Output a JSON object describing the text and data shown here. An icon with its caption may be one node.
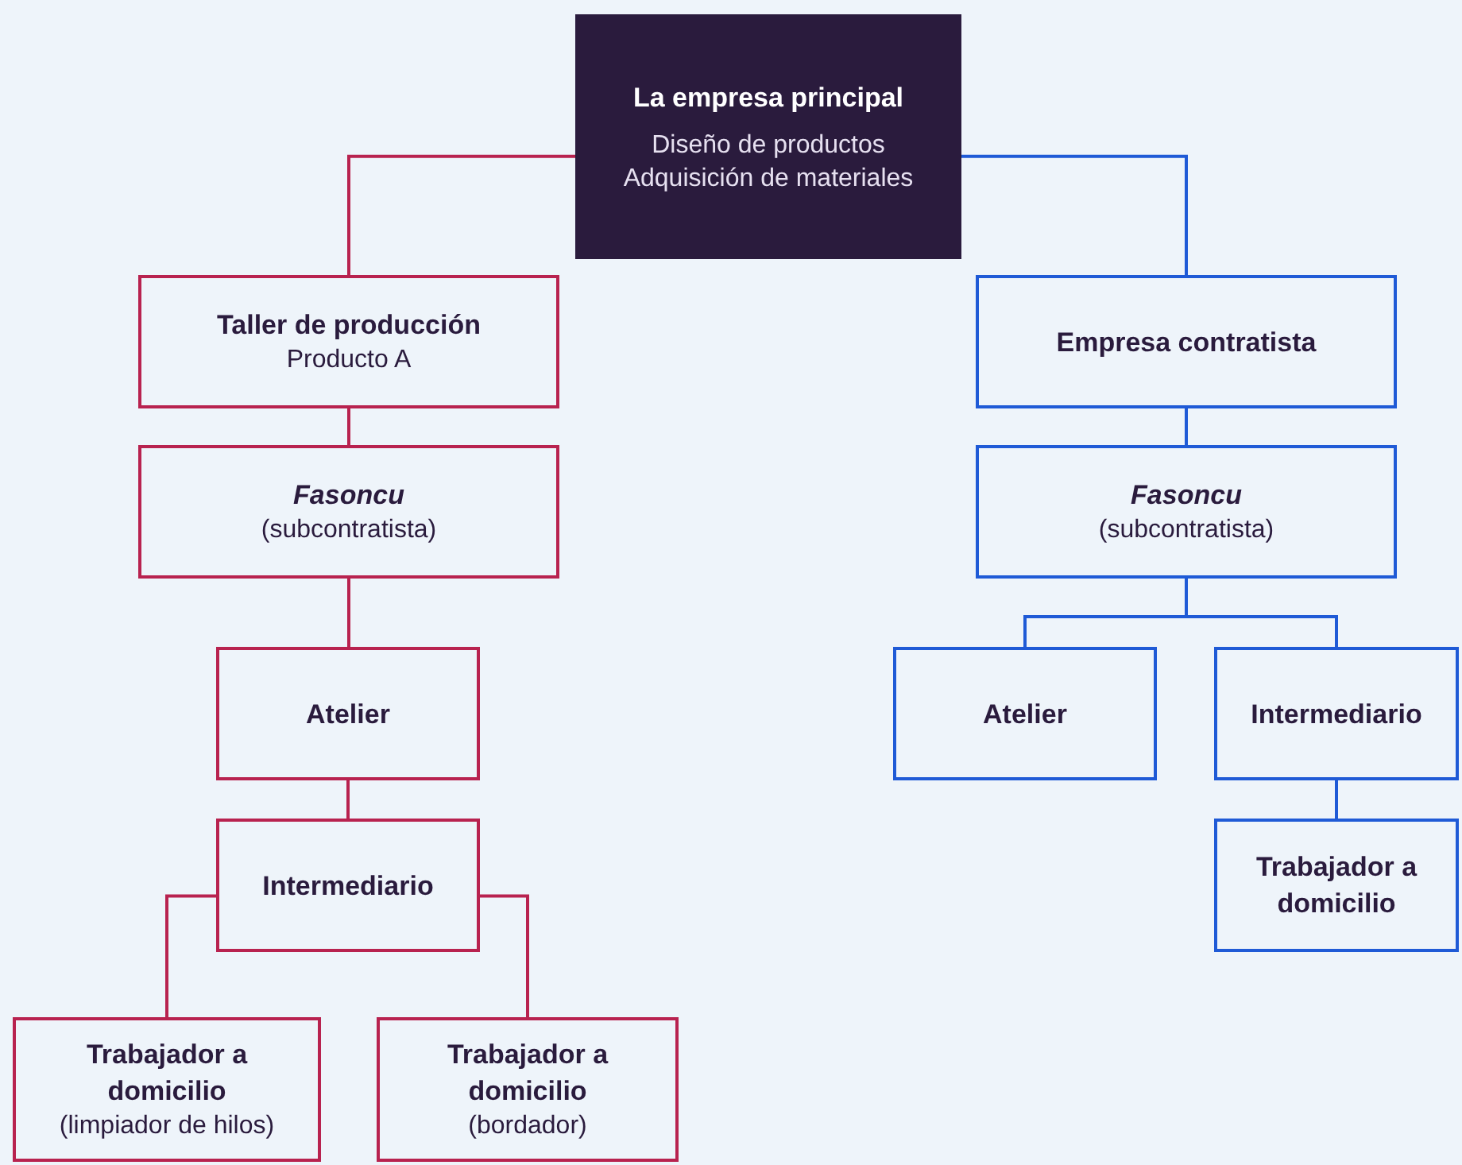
{
  "diagram": {
    "nodes": [
      {
        "text": [
          "La empresa principal",
          "Diseño de productos Adquisición de materiales"
        ]
      },
      {
        "text": [
          "Taller de producción",
          "Producto A"
        ]
      },
      {
        "text": [
          "Fasoncu",
          "(subcontratista)"
        ]
      },
      {
        "text": [
          "Atelier"
        ]
      },
      {
        "text": [
          "Intermediario"
        ]
      },
      {
        "text": [
          "Trabajador a domicilio",
          "(limpiador de hilos)"
        ]
      },
      {
        "text": [
          "Trabajador a domicilio",
          "(bordador)"
        ]
      },
      {
        "text": [
          "Empresa contratista"
        ]
      },
      {
        "text": [
          "Fasoncu",
          "(subcontratista)"
        ]
      },
      {
        "text": [
          "Atelier"
        ]
      },
      {
        "text": [
          "Intermediario"
        ]
      },
      {
        "text": [
          "Trabajador a domicilio"
        ]
      }
    ],
    "edges": [
      {
        "from": 0,
        "to": 1,
        "arrow": "none"
      },
      {
        "from": 1,
        "to": 2,
        "arrow": "none"
      },
      {
        "from": 2,
        "to": 3,
        "arrow": "none"
      },
      {
        "from": 3,
        "to": 4,
        "arrow": "none"
      },
      {
        "from": 4,
        "to": 5,
        "arrow": "none"
      },
      {
        "from": 4,
        "to": 6,
        "arrow": "none"
      },
      {
        "from": 0,
        "to": 7,
        "arrow": "none",
        "color": "#1f5ad6"
      },
      {
        "from": 7,
        "to": 8,
        "arrow": "none",
        "color": "#1f5ad6"
      },
      {
        "from": 8,
        "to": 9,
        "arrow": "none",
        "color": "#1f5ad6"
      },
      {
        "from": 8,
        "to": 10,
        "arrow": "none",
        "color": "#1f5ad6"
      },
      {
        "from": 10,
        "to": 11,
        "arrow": "none",
        "color": "#1f5ad6"
      }
    ]
  }
}
